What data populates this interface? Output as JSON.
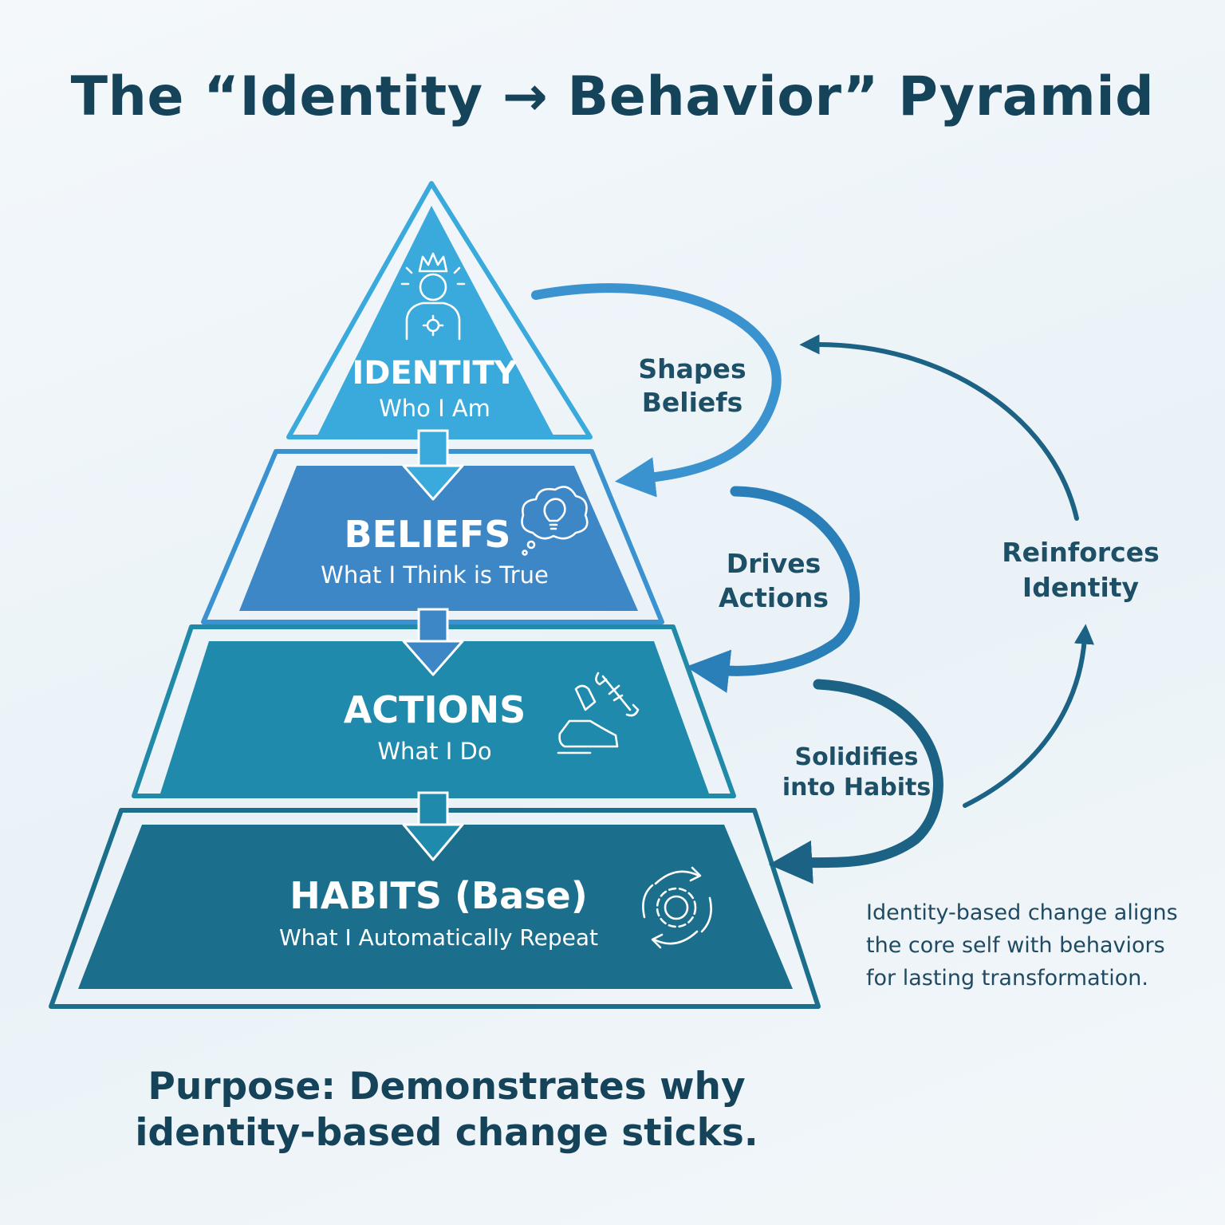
{
  "title": "The “Identity → Behavior” Pyramid",
  "levels": [
    {
      "title": "IDENTITY",
      "subtitle": "Who I Am",
      "icon": "person-with-crown-icon",
      "color": "#3aa9dc"
    },
    {
      "title": "BELIEFS",
      "subtitle": "What I Think is True",
      "icon": "thought-bubble-lightbulb-icon",
      "color": "#3d87c7"
    },
    {
      "title": "ACTIONS",
      "subtitle": "What I Do",
      "icon": "shoe-and-wrench-icon",
      "color": "#1f8aab"
    },
    {
      "title": "HABITS (Base)",
      "subtitle": "What I Automatically Repeat",
      "icon": "cycle-gear-icon",
      "color": "#1b6f8c"
    }
  ],
  "flows": {
    "shapes": {
      "line1": "Shapes",
      "line2": "Beliefs"
    },
    "drives": {
      "line1": "Drives",
      "line2": "Actions"
    },
    "solidifies": {
      "line1": "Solidifies",
      "line2": "into Habits"
    },
    "reinforces": {
      "line1": "Reinforces",
      "line2": "Identity"
    }
  },
  "side_note": {
    "line1": "Identity-based change aligns",
    "line2": "the core self with behaviors",
    "line3": "for lasting transformation."
  },
  "purpose": {
    "line1": "Purpose: Demonstrates why",
    "line2": "identity-based change sticks."
  },
  "colors": {
    "text_dark": "#14435a",
    "arrow_light": "#3a93cf",
    "arrow_dark": "#1c6284",
    "outline": "#35a0d2"
  }
}
